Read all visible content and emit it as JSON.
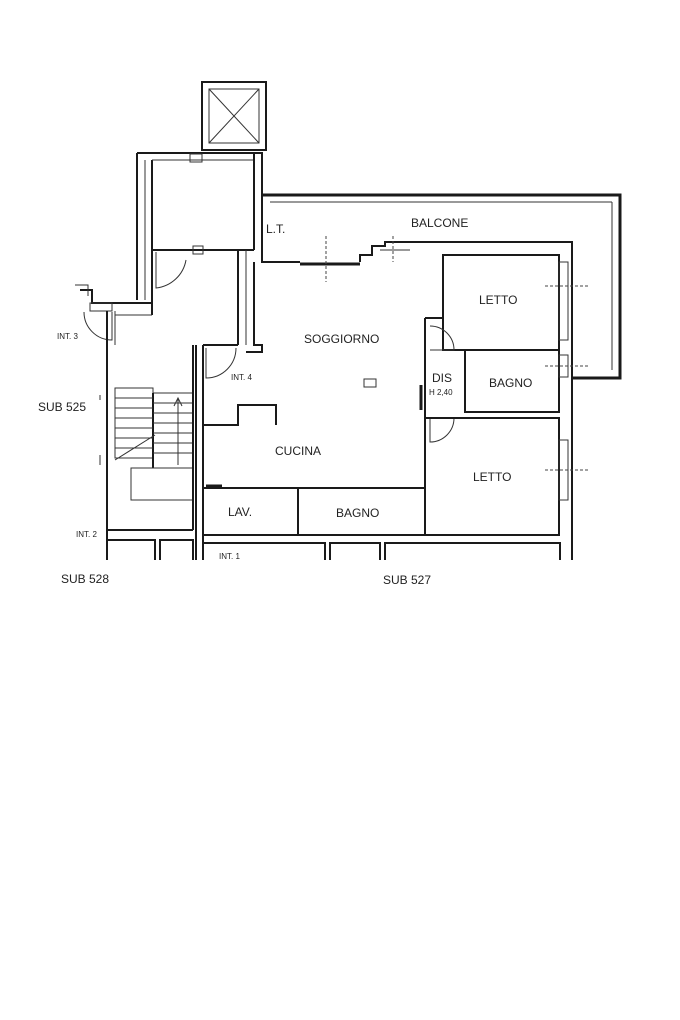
{
  "plan": {
    "rooms": {
      "balcone": "BALCONE",
      "lt": "L.T.",
      "soggiorno": "SOGGIORNO",
      "letto_top": "LETTO",
      "dis": "DIS",
      "dis_height": "H 2,40",
      "bagno_right": "BAGNO",
      "cucina": "CUCINA",
      "letto_bottom": "LETTO",
      "lav": "LAV.",
      "bagno_bottom": "BAGNO"
    },
    "units": {
      "int3": "INT. 3",
      "int4": "INT. 4",
      "int2": "INT. 2",
      "int1": "INT. 1"
    },
    "subs": {
      "sub525": "SUB 525",
      "sub528": "SUB 528",
      "sub527": "SUB 527"
    }
  }
}
